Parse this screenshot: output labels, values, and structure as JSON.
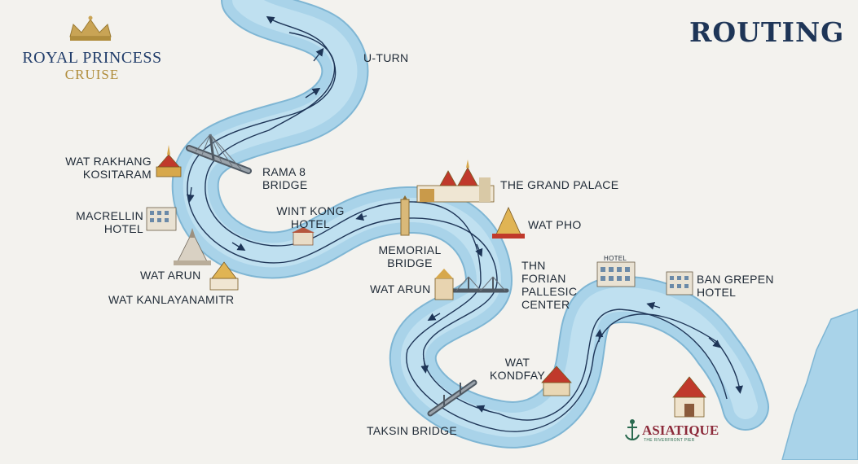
{
  "brand": {
    "name_line1": "ROYAL PRINCESS",
    "name_line2": "CRUISE",
    "colors": {
      "navy": "#223e6b",
      "gold": "#b08d3c"
    }
  },
  "title": "ROUTING",
  "river": {
    "water_color": "#a9d3e9",
    "route_color": "#1e3557"
  },
  "labels": {
    "u_turn": "U-TURN",
    "wat_rakhang_1": "WAT RAKHANG",
    "wat_rakhang_2": "KOSITARAM",
    "rama8_1": "RAMA 8",
    "rama8_2": "BRIDGE",
    "marcellin_1": "MACRELLIN",
    "marcellin_2": "HOTEL",
    "wat_arun_west": "WAT ARUN",
    "wat_kanlayanamitr": "WAT KANLAYANAMITR",
    "wint_kong_1": "WINT KONG",
    "wint_kong_2": "HOTEL",
    "grand_palace": "THE GRAND PALACE",
    "wat_pho": "WAT PHO",
    "memorial_1": "MEMORIAL",
    "memorial_2": "BRIDGE",
    "wat_arun_mid": "WAT ARUN",
    "thn_1": "THN",
    "thn_2": "FORIAN",
    "thn_3": "PALLESIC",
    "thn_4": "CENTER",
    "hotel_sign": "HOTEL",
    "ban_green_1": "BAN GREPEN",
    "ban_green_2": "HOTEL",
    "wat_kondfay_1": "WAT",
    "wat_kondfay_2": "KONDFAY",
    "taksin": "TAKSIN BRIDGE",
    "asiatique": "ASIATIQUE",
    "asiatique_sub": "THE RIVERFRONT PIER"
  }
}
